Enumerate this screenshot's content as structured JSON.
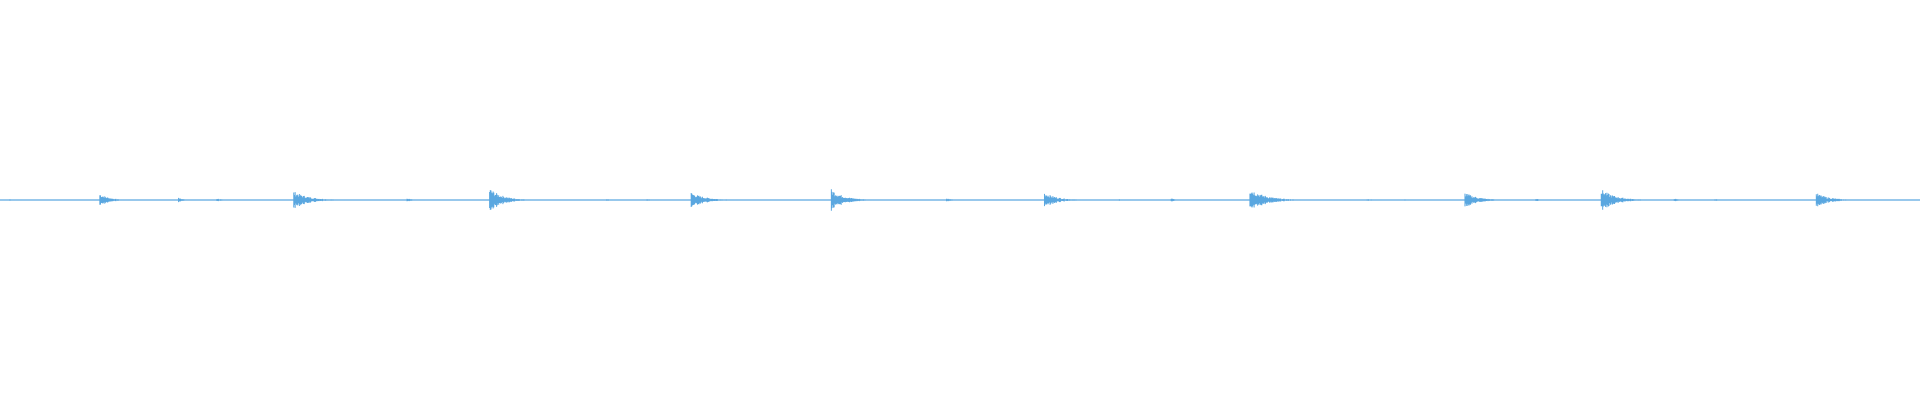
{
  "waveform": {
    "color": "#5aa7e0",
    "background": "#ffffff",
    "baseline_fraction": 0.5,
    "bursts": [
      {
        "x": 0.052,
        "amp": 0.3,
        "decay": 0.007
      },
      {
        "x": 0.093,
        "amp": 0.1,
        "decay": 0.004
      },
      {
        "x": 0.113,
        "amp": 0.08,
        "decay": 0.003
      },
      {
        "x": 0.153,
        "amp": 0.4,
        "decay": 0.012
      },
      {
        "x": 0.212,
        "amp": 0.08,
        "decay": 0.004
      },
      {
        "x": 0.255,
        "amp": 0.55,
        "decay": 0.01
      },
      {
        "x": 0.316,
        "amp": 0.05,
        "decay": 0.003
      },
      {
        "x": 0.337,
        "amp": 0.05,
        "decay": 0.003
      },
      {
        "x": 0.36,
        "amp": 0.35,
        "decay": 0.011
      },
      {
        "x": 0.433,
        "amp": 0.5,
        "decay": 0.01
      },
      {
        "x": 0.493,
        "amp": 0.08,
        "decay": 0.004
      },
      {
        "x": 0.544,
        "amp": 0.35,
        "decay": 0.01
      },
      {
        "x": 0.583,
        "amp": 0.04,
        "decay": 0.003
      },
      {
        "x": 0.61,
        "amp": 0.08,
        "decay": 0.003
      },
      {
        "x": 0.651,
        "amp": 0.55,
        "decay": 0.012
      },
      {
        "x": 0.712,
        "amp": 0.06,
        "decay": 0.004
      },
      {
        "x": 0.731,
        "amp": 0.04,
        "decay": 0.003
      },
      {
        "x": 0.763,
        "amp": 0.35,
        "decay": 0.01
      },
      {
        "x": 0.8,
        "amp": 0.06,
        "decay": 0.004
      },
      {
        "x": 0.834,
        "amp": 0.5,
        "decay": 0.011
      },
      {
        "x": 0.872,
        "amp": 0.07,
        "decay": 0.004
      },
      {
        "x": 0.893,
        "amp": 0.06,
        "decay": 0.003
      },
      {
        "x": 0.946,
        "amp": 0.32,
        "decay": 0.01
      },
      {
        "x": 0.005,
        "amp": 0.05,
        "decay": 0.003
      }
    ]
  }
}
